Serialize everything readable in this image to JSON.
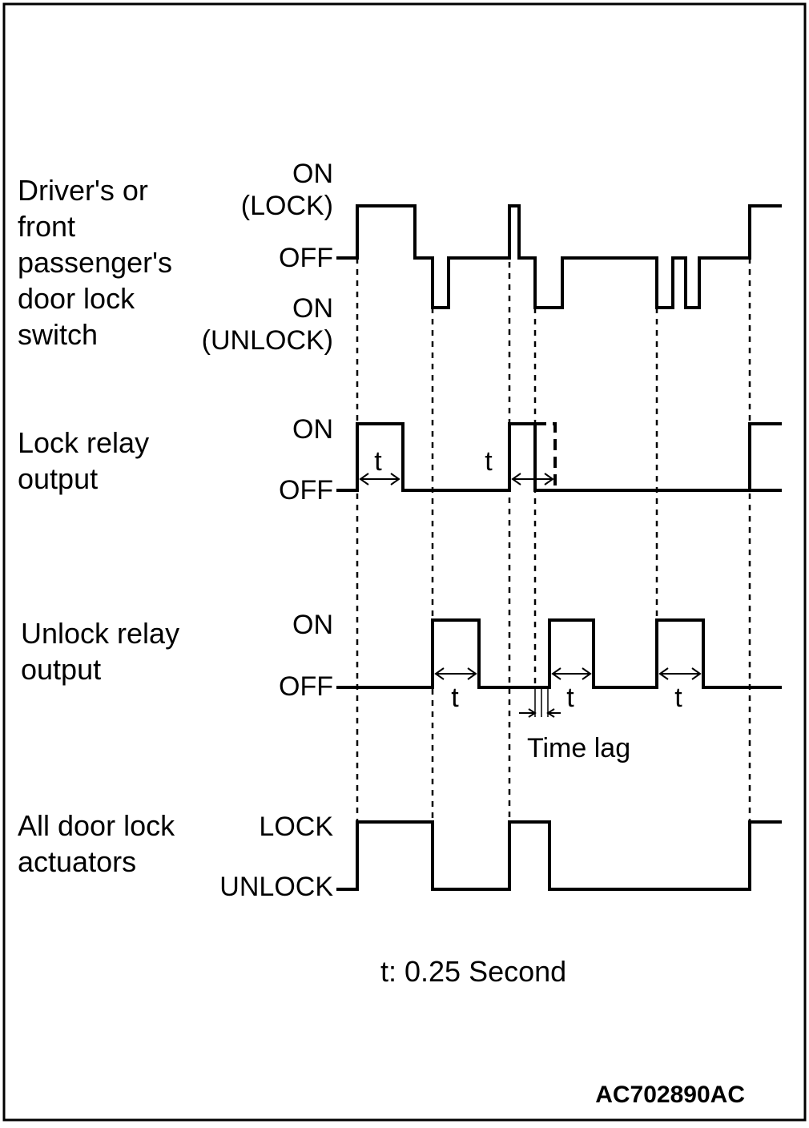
{
  "signals": {
    "switch": {
      "name_lines": [
        "Driver's or",
        "front",
        "passenger's",
        "door lock",
        "switch"
      ],
      "levels": [
        "ON",
        "(LOCK)",
        "OFF",
        "ON",
        "(UNLOCK)"
      ]
    },
    "lock_relay": {
      "name_lines": [
        "Lock relay",
        "output"
      ],
      "levels": [
        "ON",
        "OFF"
      ],
      "duration_labels": [
        "t",
        "t"
      ]
    },
    "unlock_relay": {
      "name_lines": [
        "Unlock relay",
        "output"
      ],
      "levels": [
        "ON",
        "OFF"
      ],
      "duration_labels": [
        "t",
        "t",
        "t"
      ]
    },
    "actuators": {
      "name_lines": [
        "All door lock",
        "actuators"
      ],
      "levels": [
        "LOCK",
        "UNLOCK"
      ]
    }
  },
  "annotations": {
    "time_lag": "Time lag",
    "legend": "t: 0.25 Second"
  },
  "figure_code": "AC702890AC"
}
